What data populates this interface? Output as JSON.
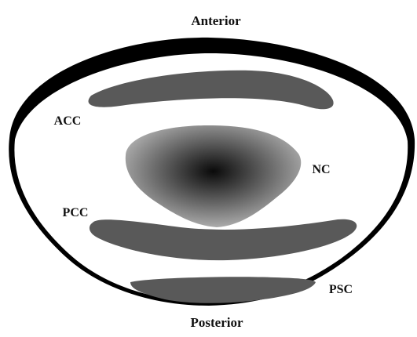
{
  "labels": {
    "anterior": "Anterior",
    "posterior": "Posterior",
    "acc": "ACC",
    "nc": "NC",
    "pcc": "PCC",
    "psc": "PSC"
  },
  "colors": {
    "outline": "#000000",
    "bands": "#595959",
    "nucleus_center": "#0a0a0a",
    "nucleus_edge": "#b4b4b4"
  }
}
